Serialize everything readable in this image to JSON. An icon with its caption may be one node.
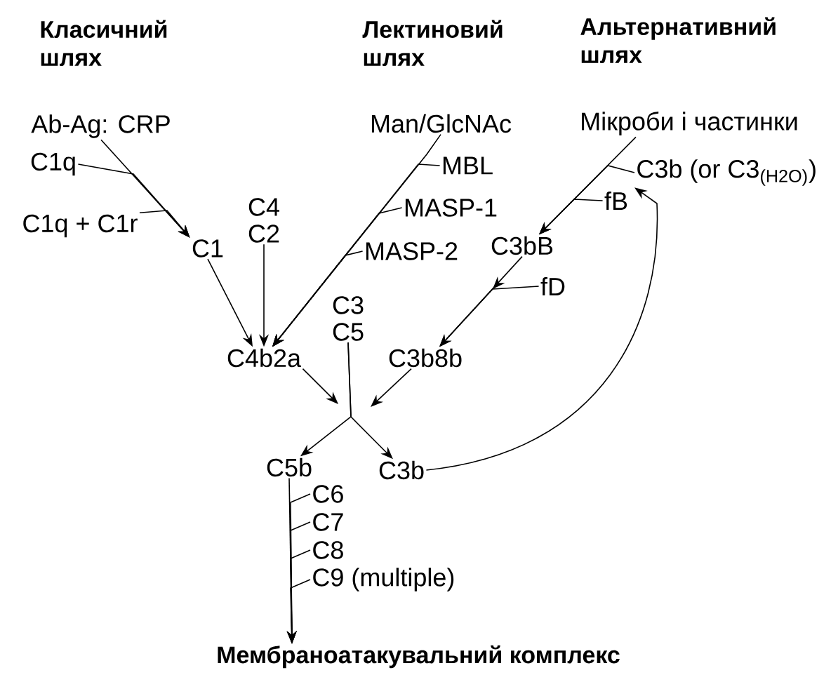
{
  "diagram": {
    "nodes": [
      {
        "text": [
          "Ab-Ag: CRP"
        ]
      },
      {
        "text": [
          "C1q"
        ]
      },
      {
        "text": [
          "C1q + C1r"
        ]
      },
      {
        "text": [
          "C1"
        ]
      },
      {
        "text": [
          "C4",
          "C2"
        ]
      },
      {
        "text": [
          "Man/GlcNAc"
        ]
      },
      {
        "text": [
          "MBL"
        ]
      },
      {
        "text": [
          "MASP-1"
        ]
      },
      {
        "text": [
          "MASP-2"
        ]
      },
      {
        "text": [
          "Мікроби і частинки"
        ]
      },
      {
        "text": [
          "C3b (or C3$_{(H2O)}$)"
        ]
      },
      {
        "text": [
          "fB"
        ]
      },
      {
        "text": [
          "C3bB"
        ]
      },
      {
        "text": [
          "fD"
        ]
      },
      {
        "text": [
          "C4b2a"
        ]
      },
      {
        "text": [
          "C3",
          "C5"
        ]
      },
      {
        "text": [
          "C3b8b"
        ]
      },
      {
        "text": [
          "C5b"
        ]
      },
      {
        "text": [
          "C3b"
        ]
      },
      {
        "text": [
          "C6"
        ]
      },
      {
        "text": [
          "C7"
        ]
      },
      {
        "text": [
          "C8"
        ]
      },
      {
        "text": [
          "C9 (multiple)"
        ]
      },
      {
        "text": [
          "Мембраноатакувальний комплекс"
        ]
      }
    ],
    "edges": [
      {
        "from": 0,
        "to": 3,
        "arrow": "to"
      },
      {
        "from": 1,
        "to": 3,
        "arrow": "to"
      },
      {
        "from": 2,
        "to": 3,
        "arrow": "to"
      },
      {
        "from": 3,
        "to": 14,
        "arrow": "to"
      },
      {
        "from": 4,
        "to": 14,
        "arrow": "to"
      },
      {
        "from": 5,
        "to": 14,
        "arrow": "to"
      },
      {
        "from": 6,
        "to": 14,
        "arrow": "to"
      },
      {
        "from": 7,
        "to": 14,
        "arrow": "to"
      },
      {
        "from": 8,
        "to": 14,
        "arrow": "to"
      },
      {
        "from": 9,
        "to": 12,
        "arrow": "to"
      },
      {
        "from": 10,
        "to": 12,
        "arrow": "to"
      },
      {
        "from": 11,
        "to": 12,
        "arrow": "to"
      },
      {
        "from": 12,
        "to": 16,
        "arrow": "to"
      },
      {
        "from": 13,
        "to": 16,
        "arrow": "to"
      },
      {
        "from": 14,
        "to": null,
        "arrow": "to"
      },
      {
        "from": 16,
        "to": null,
        "arrow": "to"
      },
      {
        "from": 15,
        "to": 17,
        "arrow": "to"
      },
      {
        "from": 15,
        "to": 18,
        "arrow": "to"
      },
      {
        "from": 18,
        "to": 10,
        "arrow": "to"
      },
      {
        "from": 17,
        "to": 23,
        "arrow": "to"
      },
      {
        "from": 19,
        "to": 23,
        "arrow": "to"
      },
      {
        "from": 20,
        "to": 23,
        "arrow": "to"
      },
      {
        "from": 21,
        "to": 23,
        "arrow": "to"
      },
      {
        "from": 22,
        "to": 23,
        "arrow": "to"
      }
    ],
    "labels": [
      "Класичний шлях",
      "Лектиновий шлях",
      "Альтернативний шлях"
    ]
  }
}
